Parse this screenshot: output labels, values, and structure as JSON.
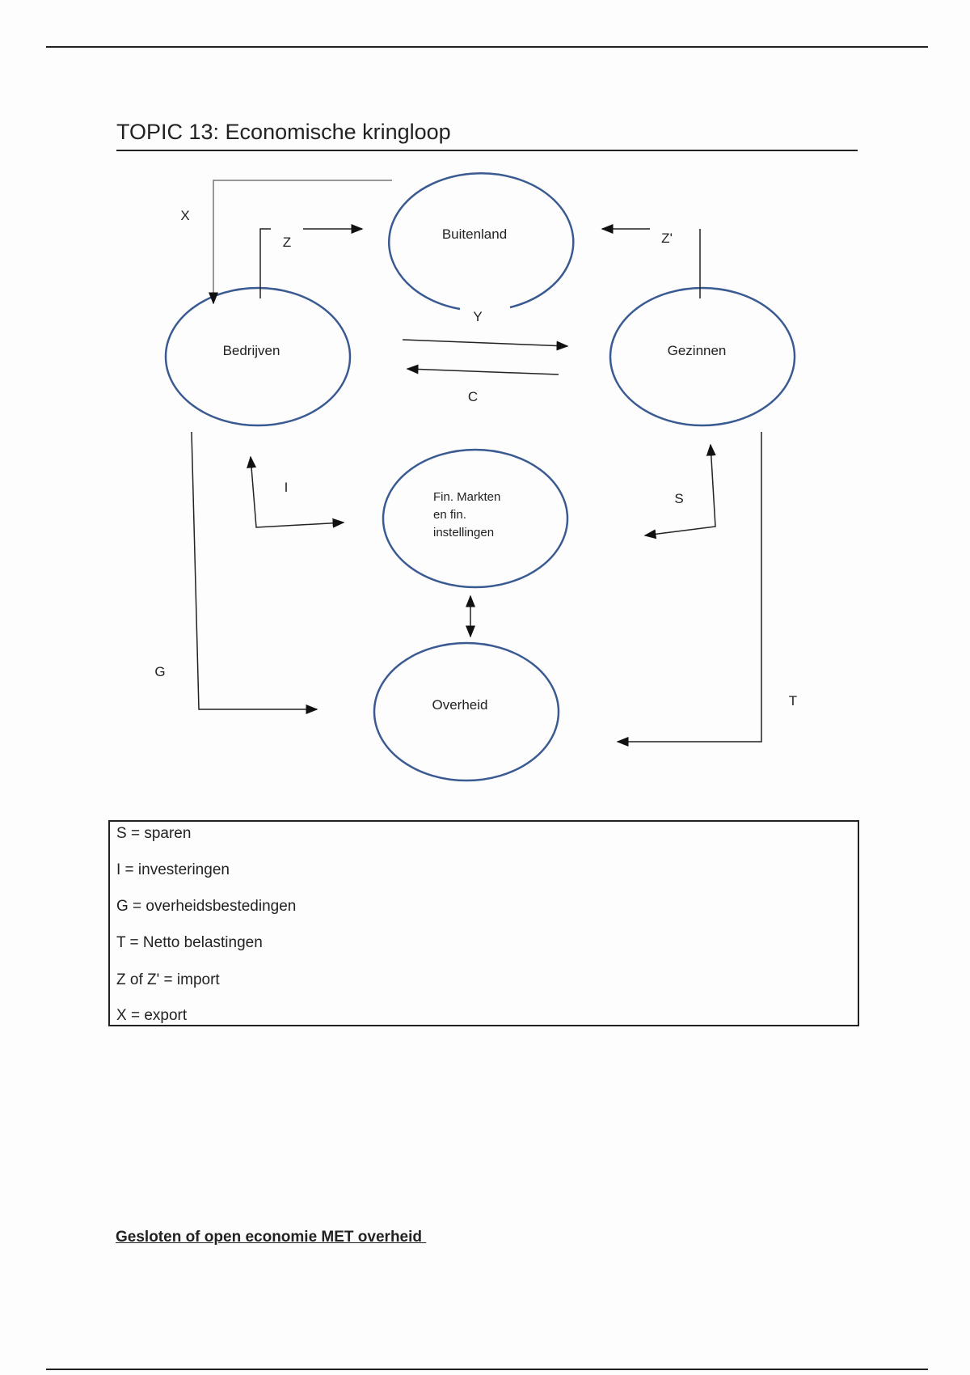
{
  "title": "TOPIC 13: Economische kringloop",
  "diagram": {
    "nodes": {
      "buitenland": "Buitenland",
      "bedrijven": "Bedrijven",
      "gezinnen": "Gezinnen",
      "fin_1": "Fin. Markten",
      "fin_2": "en fin.",
      "fin_3": "instellingen",
      "overheid": "Overheid"
    },
    "flows": {
      "x": "X",
      "z": "Z",
      "z_prime": "Z'",
      "y": "Y",
      "c": "C",
      "i": "I",
      "s": "S",
      "g": "G",
      "t": "T"
    },
    "circle_color": "#3a5a92"
  },
  "legend": [
    "S = sparen",
    "I = investeringen",
    "G = overheidsbestedingen",
    "T = Netto belastingen",
    "Z of Z' = import",
    "X = export"
  ],
  "heading": "Gesloten of open economie MET overheid "
}
